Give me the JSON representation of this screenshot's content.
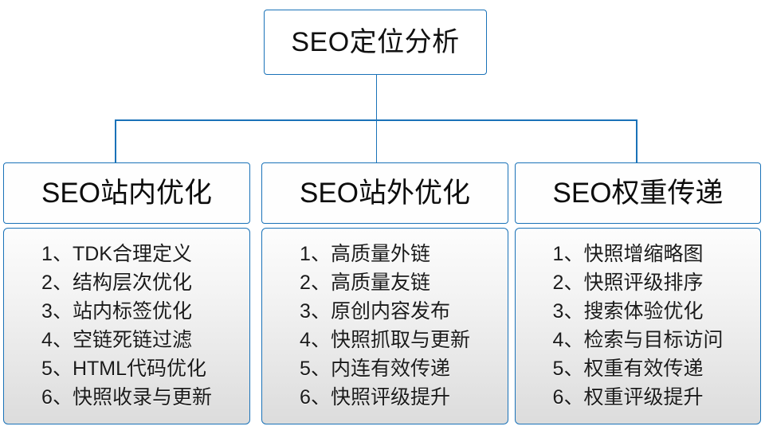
{
  "diagram": {
    "type": "organizational-tree",
    "root": {
      "label": "SEO定位分析"
    },
    "branches": [
      {
        "id": "on-site",
        "header": "SEO站内优化",
        "items": [
          "1、TDK合理定义",
          "2、结构层次优化",
          "3、站内标签优化",
          "4、空链死链过滤",
          "5、HTML代码优化",
          "6、快照收录与更新"
        ]
      },
      {
        "id": "off-site",
        "header": "SEO站外优化",
        "items": [
          "1、高质量外链",
          "2、高质量友链",
          "3、原创内容发布",
          "4、快照抓取与更新",
          "5、内连有效传递",
          "6、快照评级提升"
        ]
      },
      {
        "id": "weight-transfer",
        "header": "SEO权重传递",
        "items": [
          "1、快照增缩略图",
          "2、快照评级排序",
          "3、搜索体验优化",
          "4、检索与目标访问",
          "5、权重有效传递",
          "6、权重评级提升"
        ]
      }
    ],
    "colors": {
      "border": "#1a72b8",
      "connector": "#1a72b8",
      "text": "#101010",
      "panel_top": "#fdfdfd",
      "panel_bottom": "#dcdcdc",
      "background": "#ffffff"
    }
  }
}
